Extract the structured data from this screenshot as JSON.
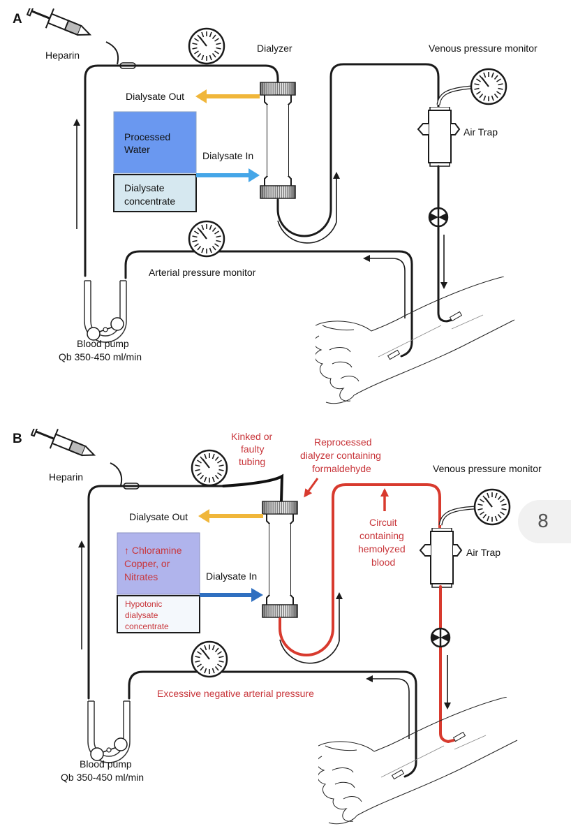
{
  "panels": [
    {
      "letter": "A",
      "heparin": "Heparin",
      "dialyzer": "Dialyzer",
      "venous_monitor": "Venous pressure monitor",
      "dialysate_out": "Dialysate Out",
      "dialysate_in": "Dialysate In",
      "water_box": [
        "Processed",
        "Water"
      ],
      "concentrate_box": [
        "Dialysate",
        "concentrate"
      ],
      "air_trap": "Air Trap",
      "arterial_monitor": "Arterial pressure monitor",
      "blood_pump": "Blood pump",
      "blood_pump_rate": "Qb 350-450 ml/min",
      "colors": {
        "water": "#6a98f0",
        "concentrate": "#d6e8f0",
        "out_arrow": "#f0b63a",
        "in_arrow": "#45a6e8",
        "circuit": "#1a1a1a"
      }
    },
    {
      "letter": "B",
      "heparin": "Heparin",
      "kinked_tubing": [
        "Kinked or",
        "faulty",
        "tubing"
      ],
      "reprocessed_dialyzer": [
        "Reprocessed",
        "dialyzer containing",
        "formaldehyde"
      ],
      "venous_monitor": "Venous pressure monitor",
      "dialysate_out": "Dialysate Out",
      "dialysate_in": "Dialysate In",
      "water_box": [
        "↑ Chloramine",
        "Copper, or",
        "Nitrates"
      ],
      "concentrate_box": [
        "Hypotonic",
        "dialysate",
        "concentrate"
      ],
      "hemolyzed_circuit": [
        "Circuit",
        "containing",
        "hemolyzed",
        "blood"
      ],
      "air_trap": "Air Trap",
      "arterial_monitor": "Excessive negative arterial pressure",
      "blood_pump": "Blood pump",
      "blood_pump_rate": "Qb 350-450 ml/min",
      "colors": {
        "water": "#b0b4ec",
        "concentrate": "#f4f8fc",
        "out_arrow": "#f0b63a",
        "in_arrow": "#2f6fc0",
        "circuit": "#d83a2e",
        "warning_text": "#c8353a"
      }
    }
  ],
  "page_badge": "8"
}
